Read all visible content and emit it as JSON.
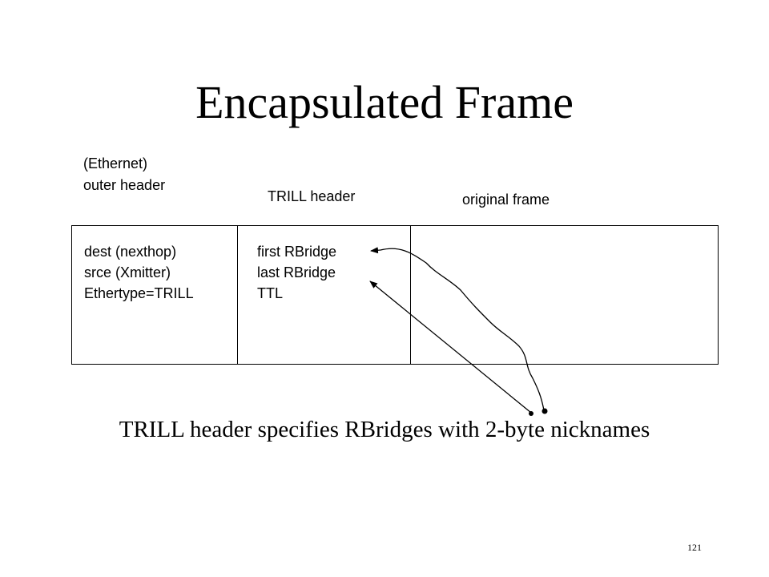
{
  "slide": {
    "title": "Encapsulated Frame",
    "caption": "TRILL header specifies RBridges with 2-byte nicknames",
    "page_number": "121"
  },
  "labels": {
    "outer_line1": "(Ethernet)",
    "outer_line2": "outer header",
    "trill": "TRILL header",
    "original": "original frame"
  },
  "outer_header_fields": [
    "dest (nexthop)",
    "srce (Xmitter)",
    "Ethertype=TRILL"
  ],
  "trill_header_fields": [
    "first RBridge",
    "last RBridge",
    "TTL"
  ],
  "colors": {
    "ink": "#000000",
    "background": "#ffffff"
  }
}
